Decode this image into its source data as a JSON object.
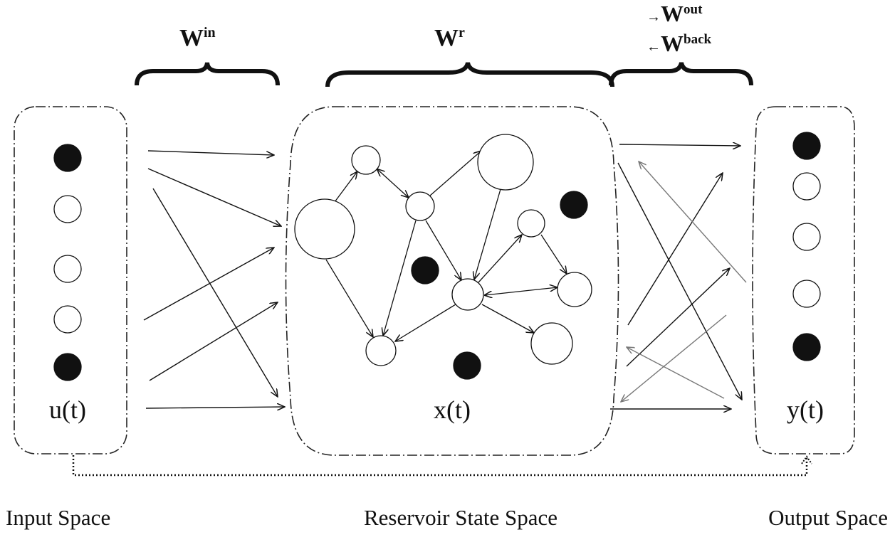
{
  "weights": {
    "w_in": {
      "base": "W",
      "sup": "in"
    },
    "w_r": {
      "base": "W",
      "sup": "r"
    },
    "w_out": {
      "arrow": "→",
      "base": "W",
      "sup": "out"
    },
    "w_back": {
      "arrow": "←",
      "base": "W",
      "sup": "back"
    }
  },
  "layers": {
    "input": {
      "symbol": "u(t)",
      "caption": "Input Space"
    },
    "reservoir": {
      "symbol": "x(t)",
      "caption": "Reservoir State Space"
    },
    "output": {
      "symbol": "y(t)",
      "caption": "Output Space"
    }
  },
  "colors": {
    "ink": "#111111",
    "back_arrow": "#777777"
  }
}
